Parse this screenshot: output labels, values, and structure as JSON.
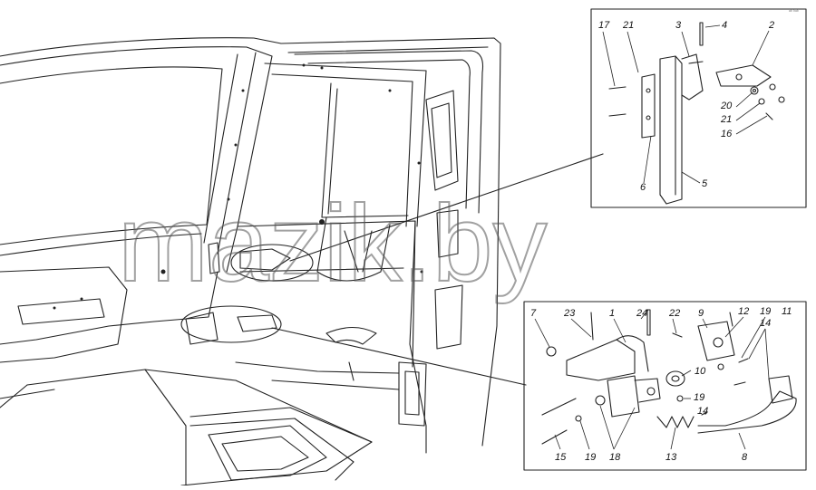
{
  "watermark": "mazik.by",
  "corner_mark": "ᵃᵇ ᵇᵃᵇ",
  "upper_inset": {
    "labels": [
      {
        "id": "17",
        "text": "17"
      },
      {
        "id": "21a",
        "text": "21"
      },
      {
        "id": "3",
        "text": "3"
      },
      {
        "id": "4",
        "text": "4"
      },
      {
        "id": "2",
        "text": "2"
      },
      {
        "id": "20",
        "text": "20"
      },
      {
        "id": "21b",
        "text": "21"
      },
      {
        "id": "16",
        "text": "16"
      },
      {
        "id": "6",
        "text": "6"
      },
      {
        "id": "5",
        "text": "5"
      }
    ]
  },
  "lower_inset": {
    "labels": [
      {
        "id": "7",
        "text": "7"
      },
      {
        "id": "23",
        "text": "23"
      },
      {
        "id": "1",
        "text": "1"
      },
      {
        "id": "24",
        "text": "24"
      },
      {
        "id": "22",
        "text": "22"
      },
      {
        "id": "9",
        "text": "9"
      },
      {
        "id": "12",
        "text": "12"
      },
      {
        "id": "19a",
        "text": "19"
      },
      {
        "id": "11",
        "text": "11"
      },
      {
        "id": "14a",
        "text": "14"
      },
      {
        "id": "10",
        "text": "10"
      },
      {
        "id": "19b",
        "text": "19"
      },
      {
        "id": "14b",
        "text": "14"
      },
      {
        "id": "15",
        "text": "15"
      },
      {
        "id": "19c",
        "text": "19"
      },
      {
        "id": "18",
        "text": "18"
      },
      {
        "id": "13",
        "text": "13"
      },
      {
        "id": "8",
        "text": "8"
      }
    ]
  }
}
